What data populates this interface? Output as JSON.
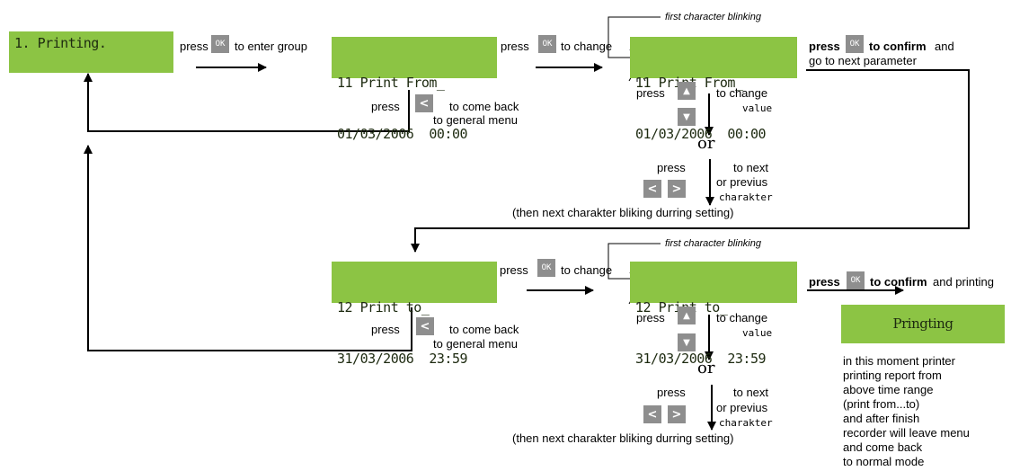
{
  "screens": {
    "printing": "1. Printing.",
    "print_from": {
      "title": "11 Print From_",
      "date": "01/03/2006  00:00"
    },
    "print_from_edit": {
      "title": "11 Print From_",
      "date": "01/03/2006  00:00"
    },
    "print_to": {
      "title": "12 Print to_",
      "date": "31/03/2006  23:59"
    },
    "print_to_edit": {
      "title": "12 Print to_",
      "date": "31/03/2006  23:59"
    },
    "pringting": "Pringting"
  },
  "keys": {
    "ok": "OK",
    "left": "<",
    "right": ">",
    "up": "▲",
    "down": "▼"
  },
  "labels": {
    "press": "press",
    "to_enter_group": "to enter group",
    "to_change": "to change",
    "to_confirm": "to confirm",
    "and": "and",
    "go_next_param": "go to next parameter",
    "and_printing": "and printing",
    "to_come_back": "to come back",
    "to_general_menu": "to general menu",
    "first_char_blinking": "first character blinking",
    "to_change2": "to change",
    "value": "value",
    "or": "or",
    "to_next": "to next",
    "or_previus": "or previus",
    "charakter": "charakter",
    "then_next": "(then next charakter bliking durring setting)"
  },
  "description": [
    "in this moment printer",
    "printing report from",
    "above time range",
    "(print from...to)",
    "and after finish",
    "recorder will leave menu",
    "and come back",
    "to normal mode"
  ]
}
